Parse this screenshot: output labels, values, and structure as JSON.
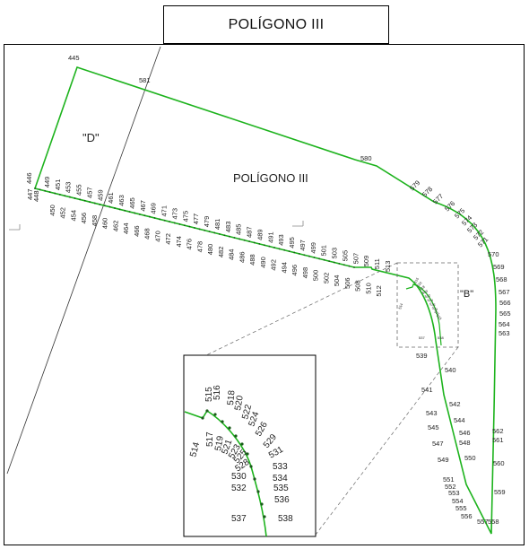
{
  "title": "POLÍGONO III",
  "map_label": "POLÍGONO III",
  "zone_d": "\"D\"",
  "zone_b": "\"B\"",
  "colors": {
    "boundary": "#1db31d",
    "text": "#222222",
    "line": "#000000"
  },
  "corner_points": [
    {
      "id": "445",
      "label": "445"
    },
    {
      "id": "581",
      "label": "581"
    },
    {
      "id": "580",
      "label": "580"
    },
    {
      "id": "446",
      "label": "446"
    },
    {
      "id": "447",
      "label": "447"
    },
    {
      "id": "448",
      "label": "448"
    }
  ],
  "top_row_labels": [
    "449",
    "451",
    "453",
    "455",
    "457",
    "459",
    "461",
    "463",
    "465",
    "467",
    "469",
    "471",
    "473",
    "475",
    "477",
    "479",
    "481",
    "483",
    "485",
    "487",
    "489",
    "491",
    "493",
    "495",
    "497",
    "499",
    "501",
    "503",
    "505",
    "507",
    "509",
    "511",
    "513"
  ],
  "bottom_row_labels": [
    "450",
    "452",
    "454",
    "456",
    "458",
    "460",
    "462",
    "464",
    "466",
    "468",
    "470",
    "472",
    "474",
    "476",
    "478",
    "480",
    "482",
    "484",
    "486",
    "488",
    "490",
    "492",
    "494",
    "496",
    "498",
    "500",
    "502",
    "504",
    "506",
    "508",
    "510",
    "512"
  ],
  "right_labels": [
    "579",
    "578",
    "577",
    "576",
    "575",
    "574",
    "573",
    "572",
    "571",
    "570",
    "569",
    "568",
    "567",
    "566",
    "565",
    "564",
    "563",
    "562",
    "561",
    "560",
    "559",
    "558",
    "557"
  ],
  "lower_left_labels": [
    "539",
    "540",
    "541",
    "542",
    "543",
    "544",
    "545",
    "546",
    "547",
    "548",
    "549",
    "550",
    "551",
    "552",
    "553",
    "554",
    "555",
    "556"
  ],
  "detail_labels": {
    "outer": [
      "515",
      "516",
      "518",
      "520",
      "522",
      "524",
      "526",
      "529",
      "531",
      "533",
      "534",
      "535",
      "536"
    ],
    "inner": [
      "517",
      "519",
      "521",
      "523",
      "525",
      "528",
      "530",
      "532"
    ],
    "ends": [
      "514",
      "537",
      "538"
    ]
  }
}
